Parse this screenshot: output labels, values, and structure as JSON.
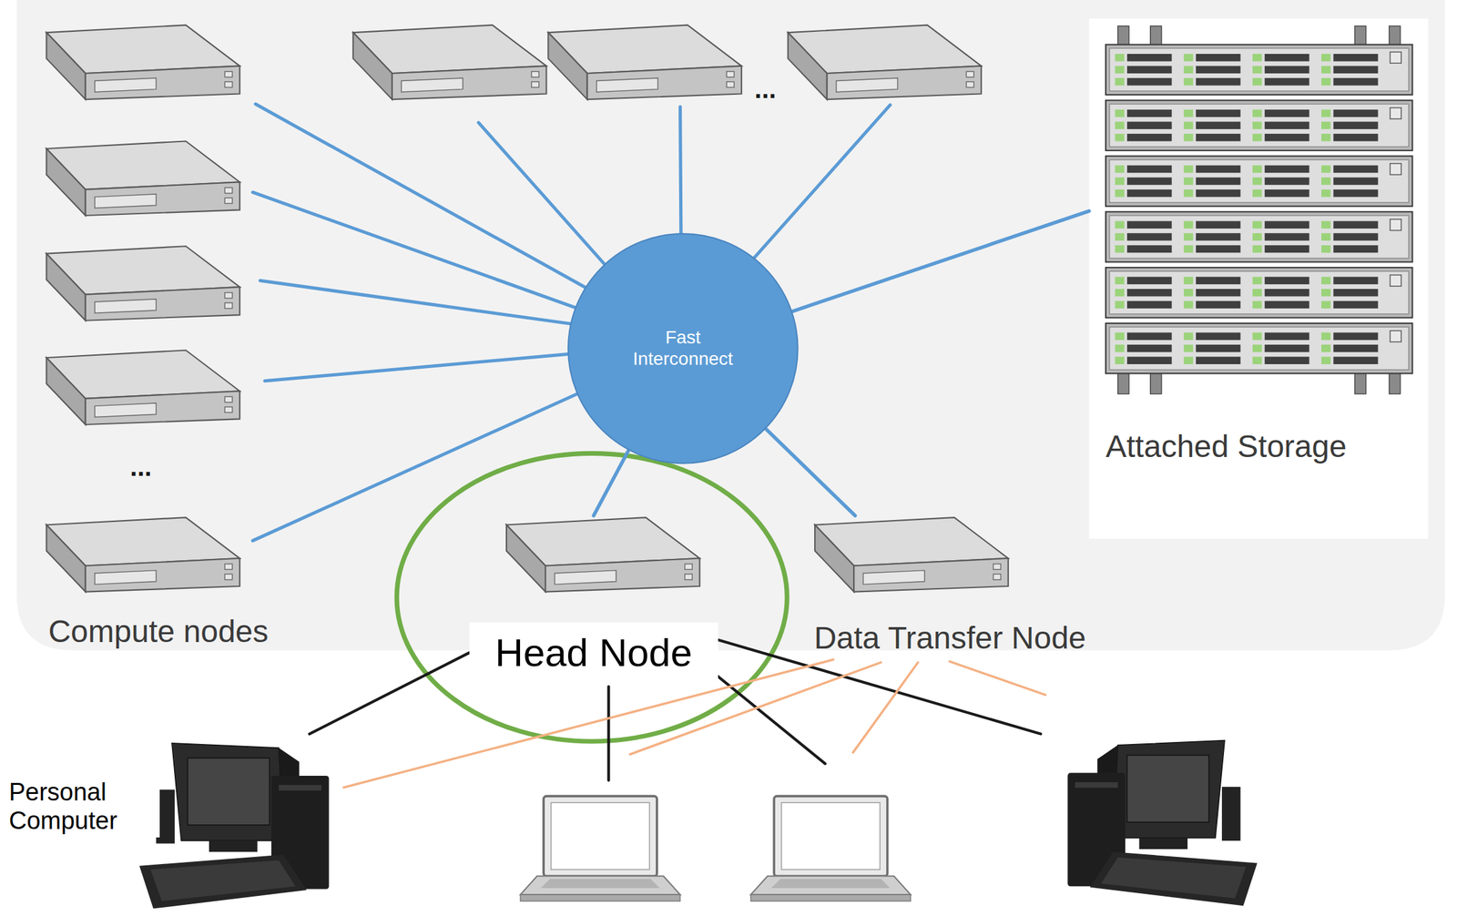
{
  "diagram": {
    "nodes": [
      {
        "text": [
          "Fast Interconnect"
        ]
      },
      {
        "text": [
          "Attached Storage"
        ]
      },
      {
        "text": [
          "Head Node"
        ]
      },
      {
        "text": [
          "Data Transfer Node"
        ]
      },
      {
        "text": [
          "Personal Computer"
        ]
      }
    ],
    "edges": [
      {
        "from": 0,
        "to": 1,
        "arrow": "none"
      },
      {
        "from": 0,
        "to": 2,
        "arrow": "none"
      },
      {
        "from": 0,
        "to": 3,
        "arrow": "none"
      },
      {
        "from": 2,
        "to": 4,
        "arrow": "none"
      },
      {
        "from": 3,
        "to": 4,
        "arrow": "none"
      }
    ],
    "labels": [
      "Compute nodes",
      "...",
      "..."
    ]
  }
}
